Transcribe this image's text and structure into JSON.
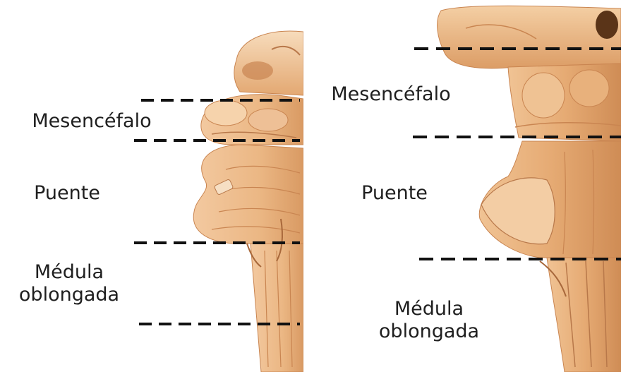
{
  "colors": {
    "background": "#ffffff",
    "tissue_light": "#f6d3ac",
    "tissue_mid": "#e9b27c",
    "tissue_dark": "#c98551",
    "tissue_shadow": "#a8683b",
    "dash": "#111111",
    "text": "#1f1f1f"
  },
  "left_view": {
    "labels": {
      "midbrain": "Mesencéfalo",
      "pons": "Puente",
      "medulla": "Médula\noblongada"
    }
  },
  "right_view": {
    "labels": {
      "midbrain": "Mesencéfalo",
      "pons": "Puente",
      "medulla": "Médula\noblongada"
    }
  }
}
